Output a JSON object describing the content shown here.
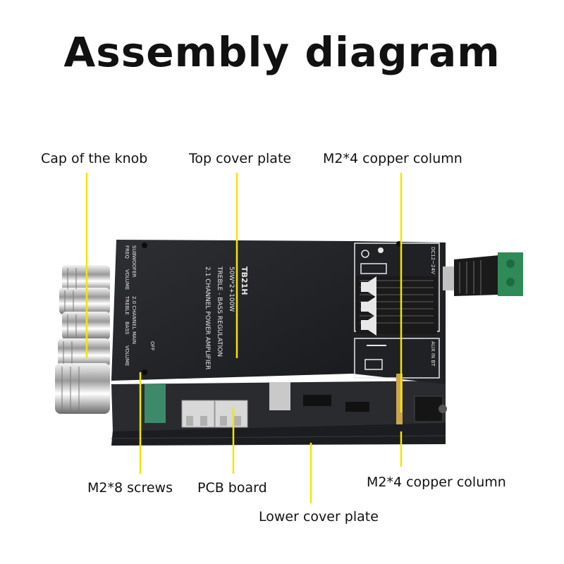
{
  "title": "Assembly diagram",
  "accent_color": "#f2e600",
  "labels": {
    "cap_of_knob": "Cap of the knob",
    "top_cover_plate": "Top cover plate",
    "copper_column_top": "M2*4 copper column",
    "screws": "M2*8 screws",
    "pcb_board": "PCB board",
    "copper_column_bottom": "M2*4 copper column",
    "lower_cover_plate": "Lower cover plate"
  },
  "board_print": {
    "model": "TB21H",
    "power": "50W*2+100W",
    "line1": "TREBLE - BASS REGULATION",
    "line2": "2.1 CHANNEL POWER AMPLIFIER",
    "knob_subwoofer": "SUBWOOFER",
    "knob_freq": "FREQ",
    "knob_volume": "VOLUME",
    "knob_channel": "2.0 CHANNEL",
    "knob_treble": "TREBLE",
    "knob_bass": "BASS",
    "knob_main": "MAIN",
    "knob_main_volume": "VOLUME",
    "off": "OFF",
    "dc_input": "DC12~24V",
    "aux_label": "AUX IN",
    "bt_label": "AUX IN BT"
  }
}
